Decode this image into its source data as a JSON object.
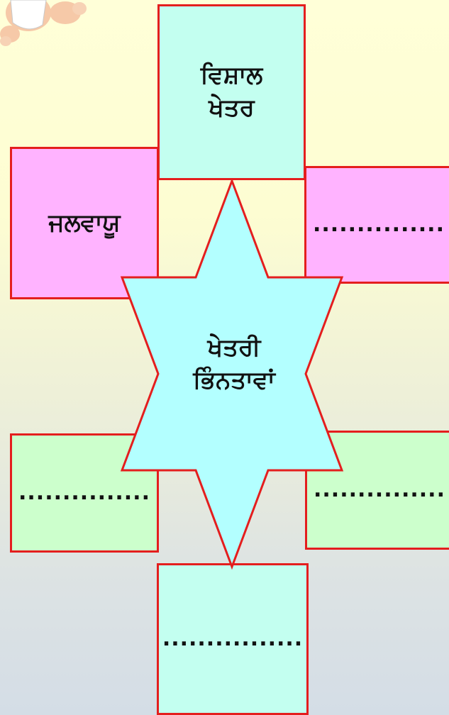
{
  "center": {
    "line1": "ਖੇਤਰੀ",
    "line2": "ਭਿੰਨਤਾਵਾਂ"
  },
  "boxes": {
    "top": {
      "line1": "ਵਿਸ਼ਾਲ",
      "line2": "ਖੇਤਰ"
    },
    "left_top": {
      "text": "ਜਲਵਾਯੂ"
    },
    "right_top": {
      "text": "..............."
    },
    "left_bottom": {
      "text": "..............."
    },
    "right_bottom": {
      "text": "..............."
    },
    "bottom": {
      "text": "................"
    }
  },
  "colors": {
    "border": "#e41e1e",
    "cyan_fill": "#c3fff0",
    "pink_fill": "#ffb3ff",
    "green_fill": "#ccffcc",
    "star_fill": "#b3ffff"
  },
  "decoration": {
    "icon": "baby-clipart-icon"
  }
}
